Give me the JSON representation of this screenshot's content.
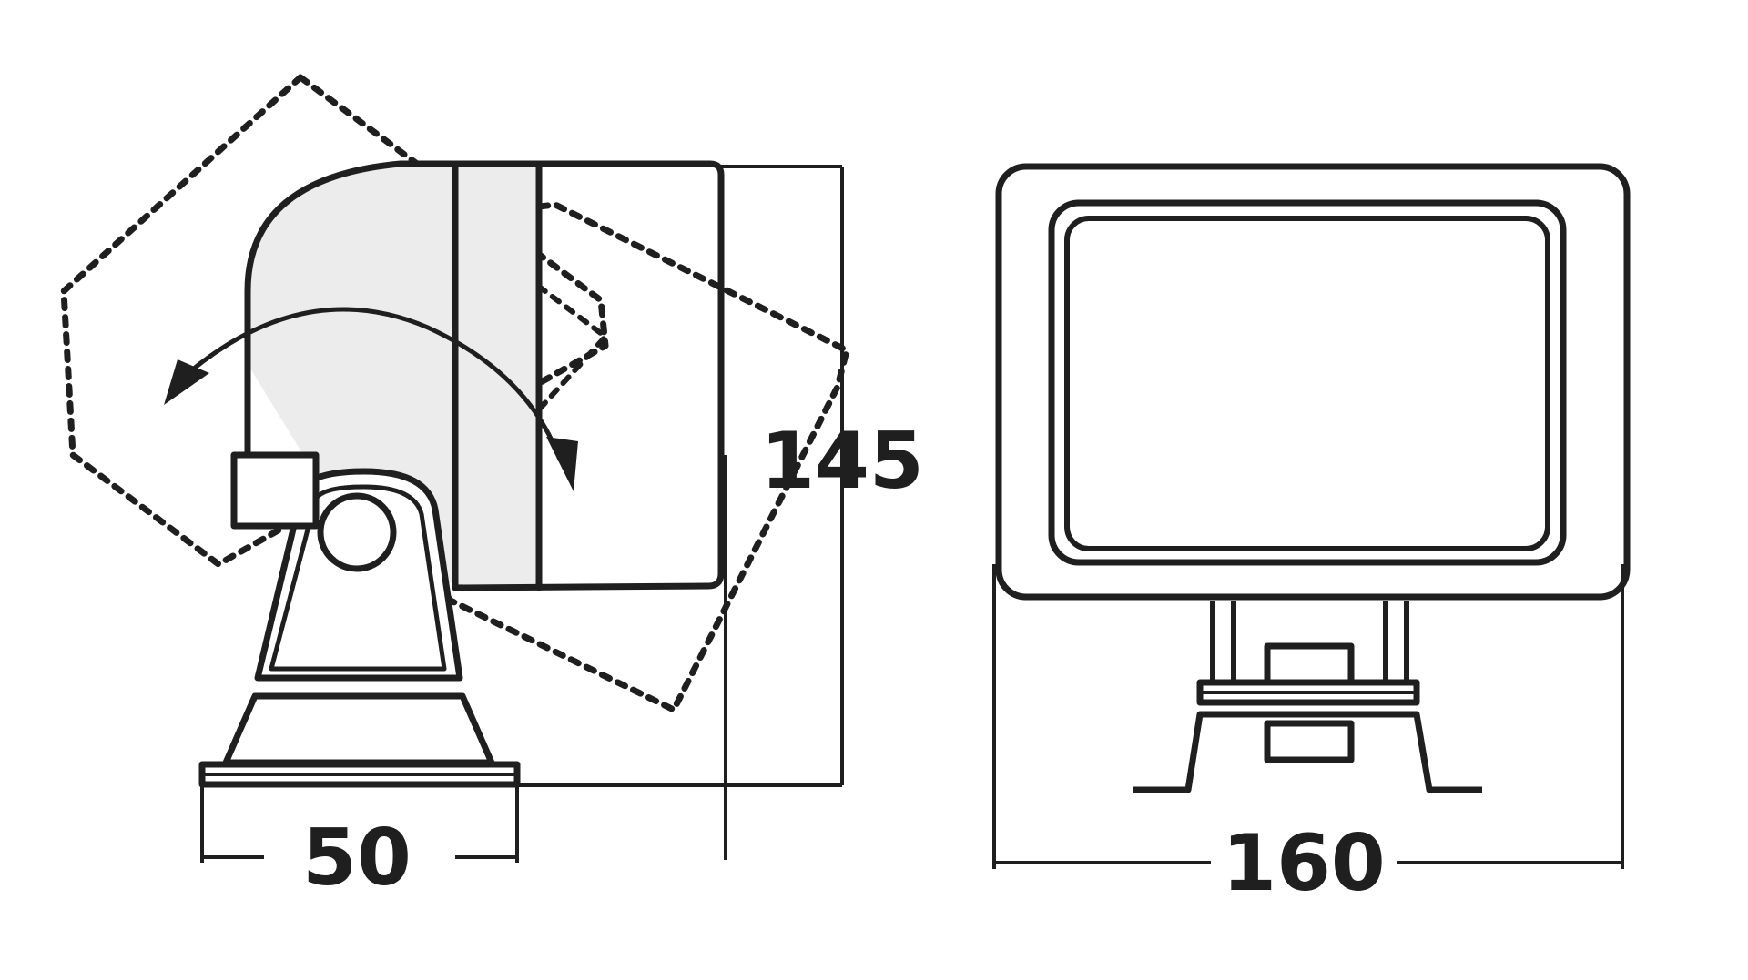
{
  "dimensions": {
    "width_side": "50",
    "height": "145",
    "width_front": "160"
  },
  "colors": {
    "ink": "#1f1f1f",
    "shade": "#ececec",
    "background": "#ffffff"
  }
}
